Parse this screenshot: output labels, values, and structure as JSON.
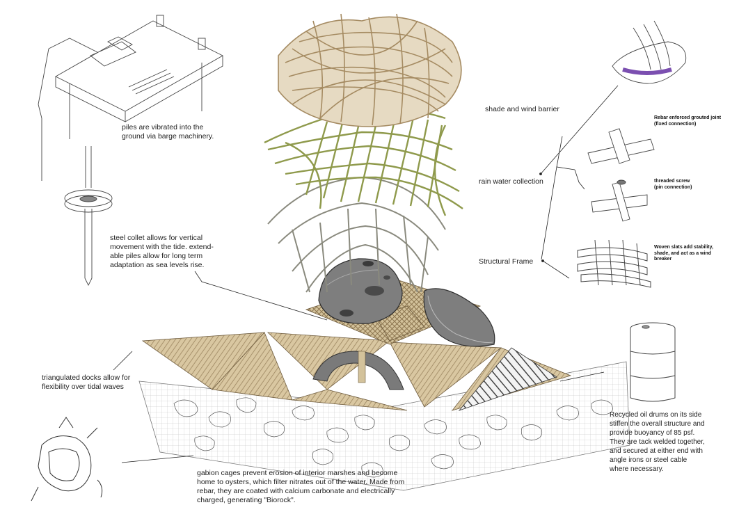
{
  "labels": {
    "piles": "piles are vibrated into the\nground via barge machinery.",
    "collet": "steel collet allows for vertical\nmovement with the tide. extend-\nable piles allow for long term\nadaptation as sea levels rise.",
    "shade": "shade and wind barrier",
    "rain": "rain water collection",
    "frame": "Structural Frame",
    "docks": "triangulated docks allow for\nflexibility over tidal waves",
    "drums": "Recycled oil drums on its side\nstiffen the overall structure and\nprovide buoyancy of 85 psf.\nThey are tack welded together,\nand secured at either end with\nangle irons or steel cable\nwhere necessary.",
    "gabion": "gabion cages prevent erosion of interior marshes and become\nhome to oysters, which filter nitrates out of the water. Made from\nrebar, they are coated with calcium carbonate and electrically\ncharged, generating \"Biorock\".",
    "rebar_joint": "Rebar enforced grouted joint\n(fixed connection)",
    "threaded": "threaded screw\n(pin connection)",
    "woven": "Woven slats add stability,\nshade, and act as a wind\nbreaker"
  },
  "colors": {
    "bamboo": "#b39a72",
    "green": "#8f9a4c",
    "dock": "#d9c7a1",
    "shell": "#6e6e6e",
    "purple": "#7b4fb0"
  }
}
